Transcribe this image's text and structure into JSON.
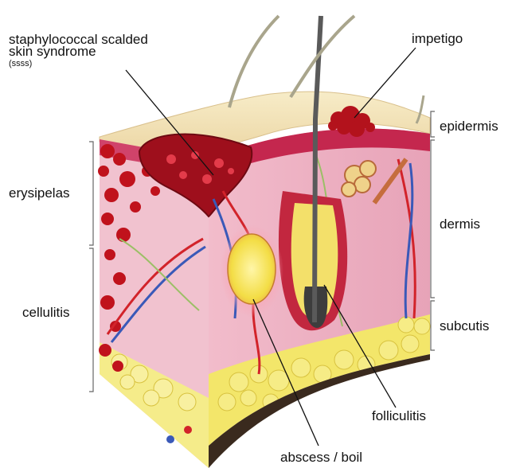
{
  "labels": {
    "ssss_line1": "staphylococcal scalded",
    "ssss_line2": "skin syndrome",
    "ssss_line3": "(ssss)",
    "impetigo": "impetigo",
    "epidermis": "epidermis",
    "erysipelas": "erysipelas",
    "dermis": "dermis",
    "cellulitis": "cellulitis",
    "subcutis": "subcutis",
    "folliculitis": "folliculitis",
    "abscess": "abscess / boil"
  },
  "colors": {
    "epidermis_top": "#f3e3bb",
    "dermis": "#efb3c4",
    "dermis_dark": "#d98aa4",
    "epidermis_band": "#c4274e",
    "infection": "#c0121c",
    "abscess_fill": "#f7e35a",
    "fat": "#f3e66a",
    "artery": "#d2232a",
    "vein": "#3a59b8"
  }
}
